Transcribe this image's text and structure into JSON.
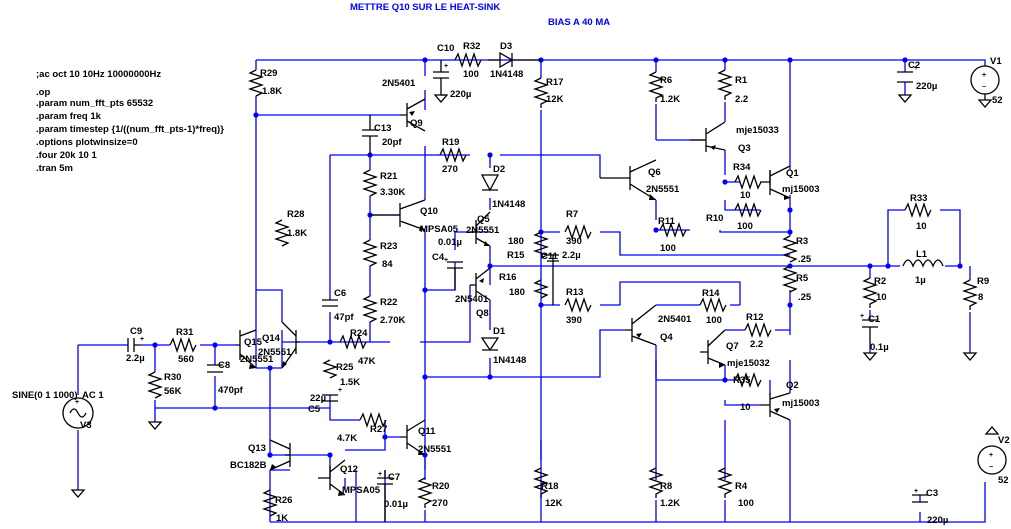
{
  "titles": {
    "heatsink_note": "METTRE Q10 SUR LE HEAT-SINK",
    "bias_note": "BIAS A 40 MA"
  },
  "directives": [
    ";ac oct 10 10Hz 10000000Hz",
    ".op",
    ".param num_fft_pts 65532",
    ".param freq 1k",
    ".param timestep {1/((num_fft_pts-1)*freq)}",
    ".options plotwinsize=0",
    ".four 20k 10 1",
    ".tran 5m"
  ],
  "components": {
    "V1": {
      "name": "V1",
      "value": "52"
    },
    "V2": {
      "name": "V2",
      "value": "52"
    },
    "V3": {
      "name": "V3",
      "value": "SINE(0 1 1000)",
      "ac": "AC 1"
    },
    "C1": {
      "name": "C1",
      "value": "0.1µ"
    },
    "C2": {
      "name": "C2",
      "value": "220µ"
    },
    "C3": {
      "name": "C3",
      "value": "220µ"
    },
    "C4": {
      "name": "C4",
      "value": "0.01µ"
    },
    "C5": {
      "name": "C5",
      "value": "22µ"
    },
    "C6": {
      "name": "C6",
      "value": "47pf"
    },
    "C7": {
      "name": "C7",
      "value": "0.01µ"
    },
    "C8": {
      "name": "C8",
      "value": "470pf"
    },
    "C9": {
      "name": "C9",
      "value": "2.2µ"
    },
    "C10": {
      "name": "C10",
      "value": "220µ"
    },
    "C11": {
      "name": "C11",
      "value": "2.2µ"
    },
    "C13": {
      "name": "C13",
      "value": "20pf"
    },
    "R1": {
      "name": "R1",
      "value": "2.2"
    },
    "R2": {
      "name": "R2",
      "value": "10"
    },
    "R3": {
      "name": "R3",
      "value": ".25"
    },
    "R4": {
      "name": "R4",
      "value": "100"
    },
    "R5": {
      "name": "R5",
      "value": ".25"
    },
    "R6": {
      "name": "R6",
      "value": "1.2K"
    },
    "R7": {
      "name": "R7",
      "value": "390"
    },
    "R8": {
      "name": "R8",
      "value": "1.2K"
    },
    "R9": {
      "name": "R9",
      "value": "8"
    },
    "R10": {
      "name": "R10",
      "value": "100"
    },
    "R11": {
      "name": "R11",
      "value": "100"
    },
    "R12": {
      "name": "R12",
      "value": "2.2"
    },
    "R13": {
      "name": "R13",
      "value": "390"
    },
    "R14": {
      "name": "R14",
      "value": "100"
    },
    "R15": {
      "name": "R15",
      "value": "180"
    },
    "R16": {
      "name": "R16",
      "value": "180"
    },
    "R17": {
      "name": "R17",
      "value": "12K"
    },
    "R18": {
      "name": "R18",
      "value": "12K"
    },
    "R19": {
      "name": "R19",
      "value": "270"
    },
    "R20": {
      "name": "R20",
      "value": "270"
    },
    "R21": {
      "name": "R21",
      "value": "3.30K"
    },
    "R22": {
      "name": "R22",
      "value": "2.70K"
    },
    "R23": {
      "name": "R23",
      "value": "84"
    },
    "R24": {
      "name": "R24",
      "value": "47K"
    },
    "R25": {
      "name": "R25",
      "value": "1.5K"
    },
    "R26": {
      "name": "R26",
      "value": "1K"
    },
    "R27": {
      "name": "R27",
      "value": "4.7K"
    },
    "R28": {
      "name": "R28",
      "value": "1.8K"
    },
    "R29": {
      "name": "R29",
      "value": "1.8K"
    },
    "R30": {
      "name": "R30",
      "value": "56K"
    },
    "R31": {
      "name": "R31",
      "value": "560"
    },
    "R32": {
      "name": "R32",
      "value": "100"
    },
    "R33": {
      "name": "R33",
      "value": "10"
    },
    "R34": {
      "name": "R34",
      "value": "10"
    },
    "R35": {
      "name": "R35",
      "value": "10"
    },
    "L1": {
      "name": "L1",
      "value": "1µ"
    },
    "D1": {
      "name": "D1",
      "value": "1N4148"
    },
    "D2": {
      "name": "D2",
      "value": "1N4148"
    },
    "D3": {
      "name": "D3",
      "value": "1N4148"
    },
    "Q1": {
      "name": "Q1",
      "model": "mj15003"
    },
    "Q2": {
      "name": "Q2",
      "model": "mj15003"
    },
    "Q3": {
      "name": "Q3",
      "model": "mje15033"
    },
    "Q4": {
      "name": "Q4",
      "model": "2N5401"
    },
    "Q5": {
      "name": "Q5",
      "model": "2N5551"
    },
    "Q6": {
      "name": "Q6",
      "model": "2N5551"
    },
    "Q7": {
      "name": "Q7",
      "model": "mje15032"
    },
    "Q8": {
      "name": "Q8",
      "model": "2N5401"
    },
    "Q9": {
      "name": "Q9",
      "model": "2N5401"
    },
    "Q10": {
      "name": "Q10",
      "model": "MPSA05"
    },
    "Q11": {
      "name": "Q11",
      "model": "2N5551"
    },
    "Q12": {
      "name": "Q12",
      "model": "MPSA05"
    },
    "Q13": {
      "name": "Q13",
      "model": "BC182B"
    },
    "Q14": {
      "name": "Q14",
      "model": "2N5551"
    },
    "Q15": {
      "name": "Q15",
      "model": "2N5551"
    }
  }
}
